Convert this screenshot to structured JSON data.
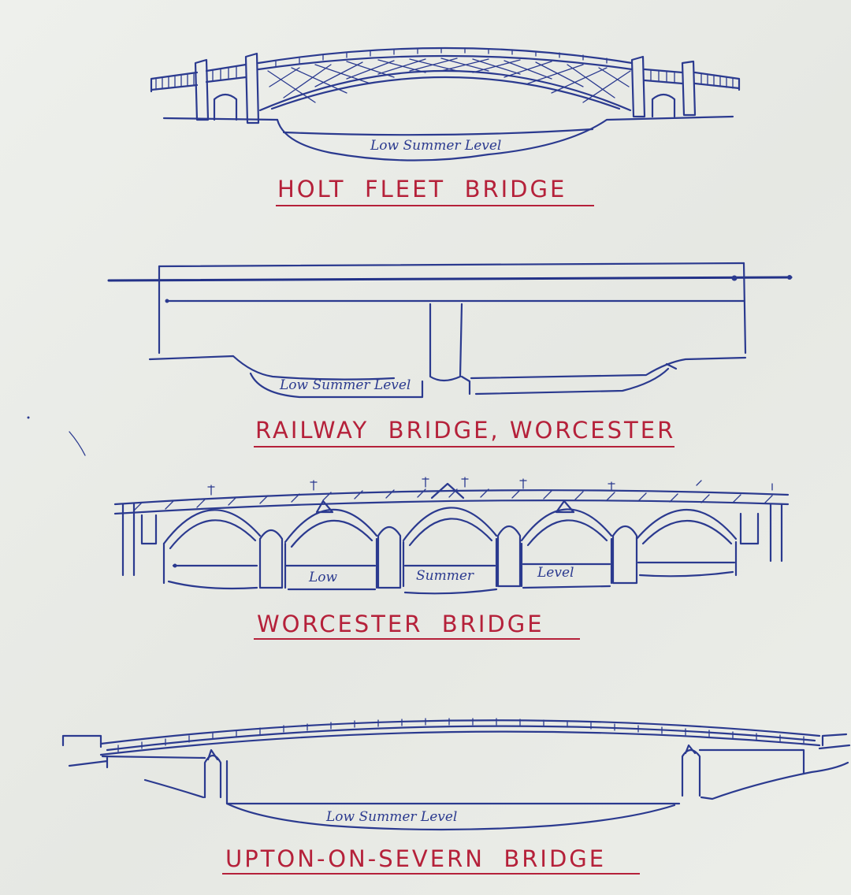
{
  "bridges": [
    {
      "title": "HOLT  FLEET  BRIDGE",
      "water_label": "Low Summer Level"
    },
    {
      "title": "RAILWAY  BRIDGE, WORCESTER",
      "water_label": "Low Summer Level"
    },
    {
      "title": "WORCESTER  BRIDGE",
      "water_label_parts": [
        "Low",
        "Summer",
        "Level"
      ]
    },
    {
      "title": "UPTON-ON-SEVERN  BRIDGE",
      "water_label": "Low Summer Level"
    }
  ],
  "colors": {
    "ink": "#2b3a8f",
    "red_ink": "#b5213a",
    "paper": "#eceee9"
  }
}
